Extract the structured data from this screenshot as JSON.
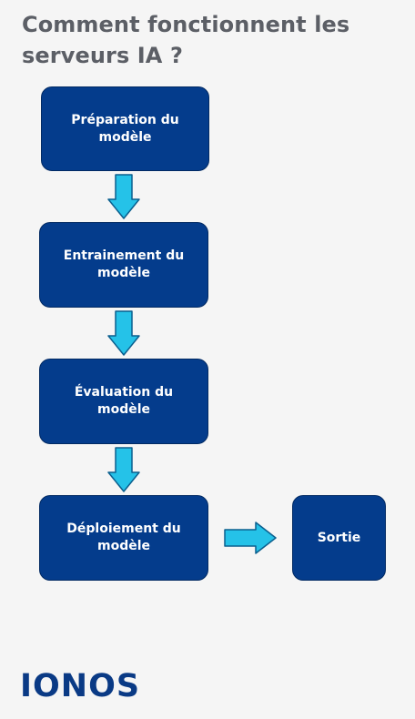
{
  "title": "Comment fonctionnent les serveurs IA ?",
  "steps": [
    {
      "label": "Préparation du modèle"
    },
    {
      "label": "Entrainement du modèle"
    },
    {
      "label": "Évaluation du modèle"
    },
    {
      "label": "Déploiement du modèle"
    }
  ],
  "output": {
    "label": "Sortie"
  },
  "logo": {
    "text": "IONOS"
  },
  "colors": {
    "background": "#f5f5f5",
    "box_fill": "#043c8c",
    "box_border": "#022a63",
    "arrow_fill": "#25c2e8",
    "arrow_stroke": "#0b5f8e",
    "title_text": "#5c5f66",
    "logo_text": "#0a3a85"
  }
}
